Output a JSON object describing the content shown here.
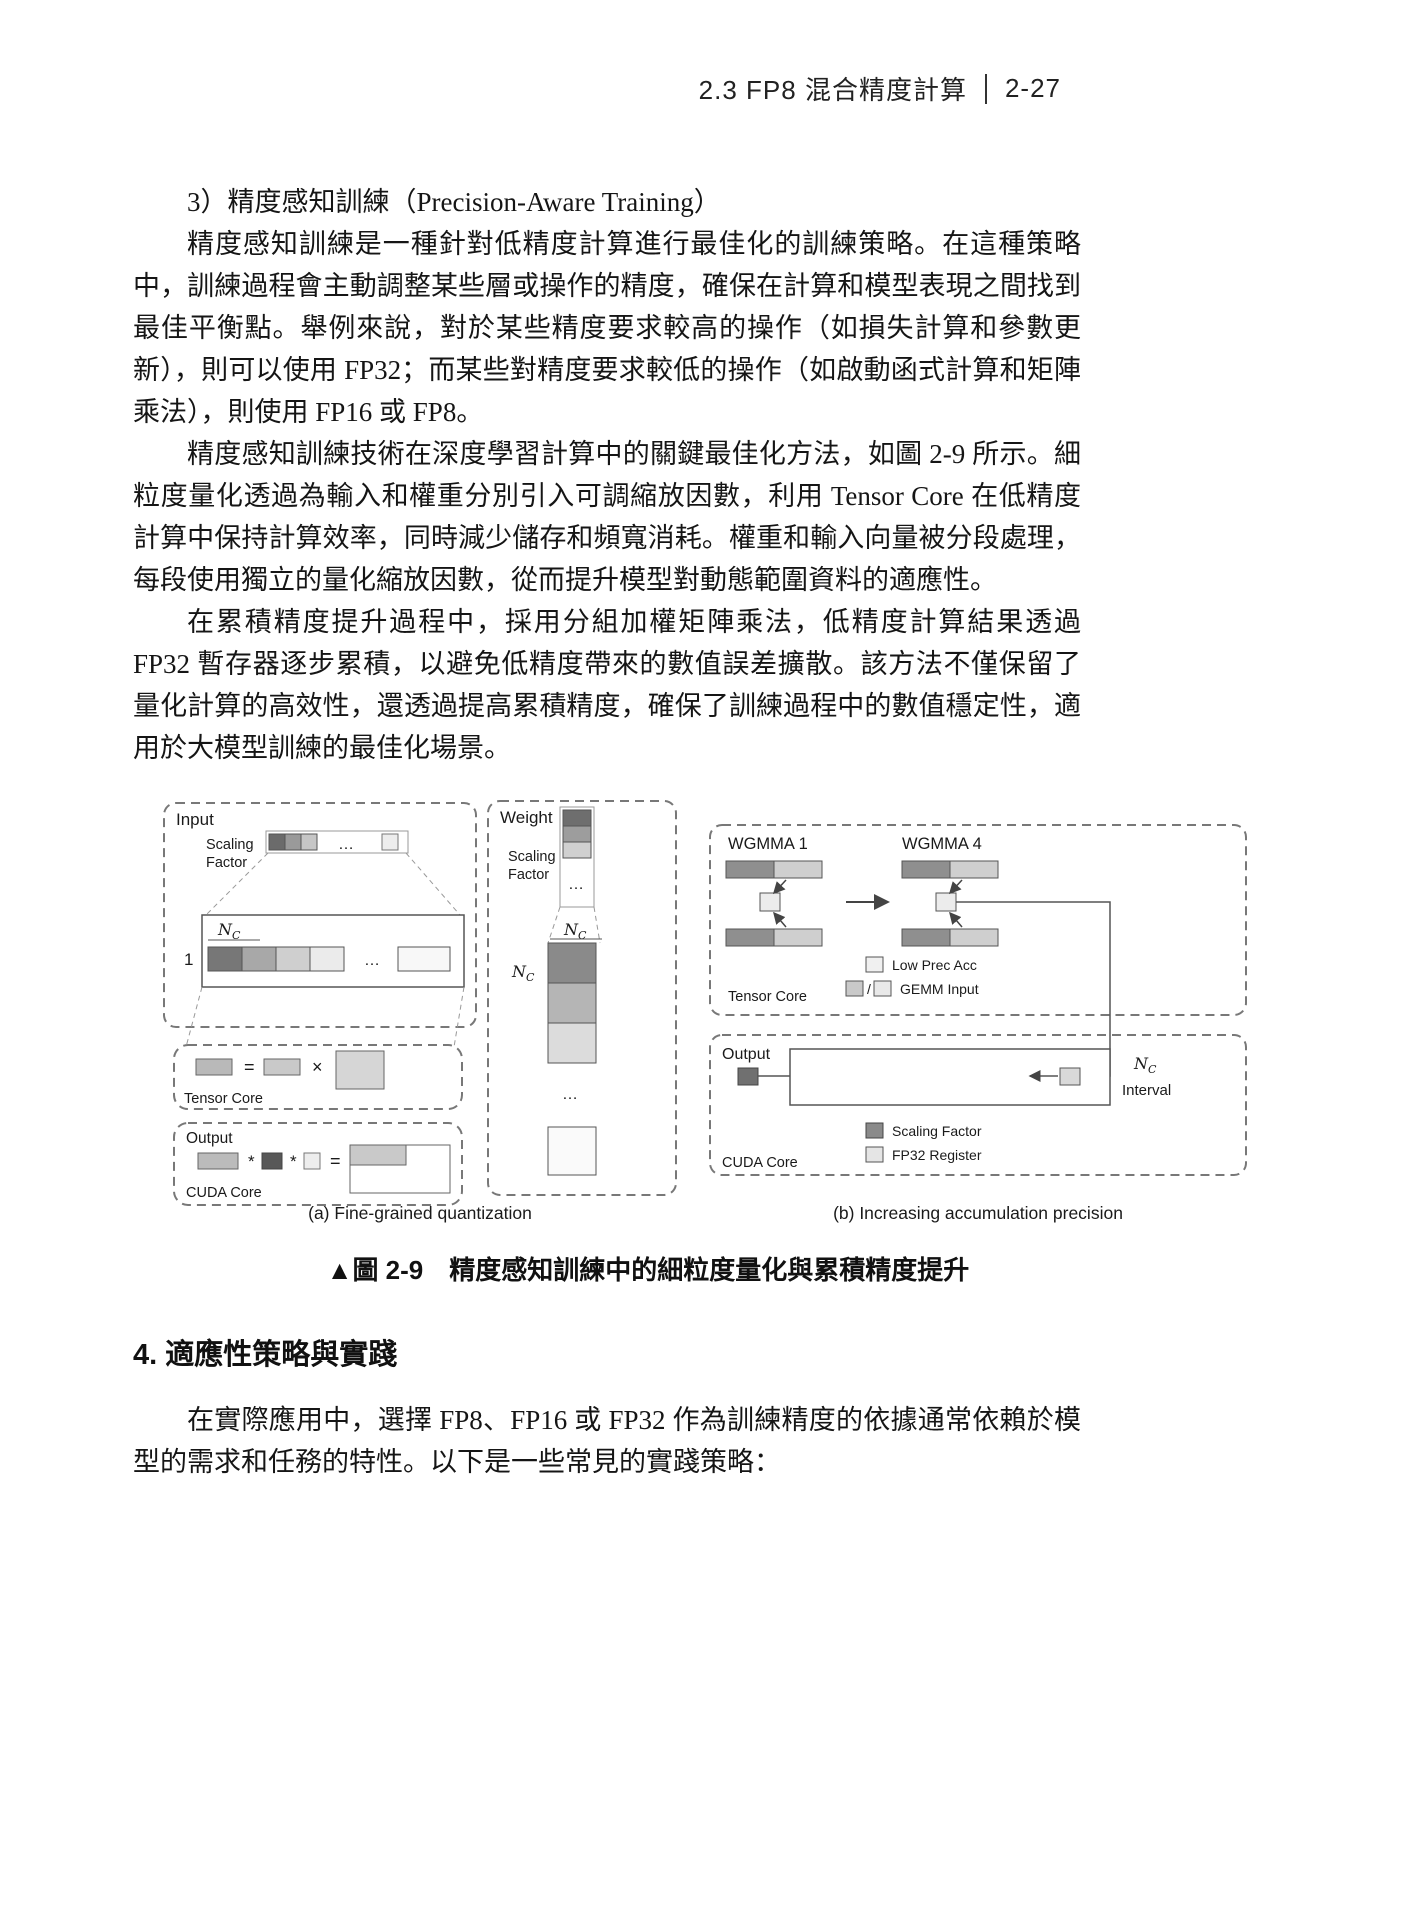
{
  "page": {
    "header_title": "2.3  FP8 混合精度計算",
    "page_number": "2-27"
  },
  "section_precision_training": {
    "heading": "3）精度感知訓練（Precision-Aware Training）",
    "paragraphs": [
      "精度感知訓練是一種針對低精度計算進行最佳化的訓練策略。在這種策略中，訓練過程會主動調整某些層或操作的精度，確保在計算和模型表現之間找到最佳平衡點。舉例來說，對於某些精度要求較高的操作（如損失計算和參數更新），則可以使用 FP32；而某些對精度要求較低的操作（如啟動函式計算和矩陣乘法），則使用 FP16 或 FP8。",
      "精度感知訓練技術在深度學習計算中的關鍵最佳化方法，如圖 2-9 所示。細粒度量化透過為輸入和權重分別引入可調縮放因數，利用 Tensor Core 在低精度計算中保持計算效率，同時減少儲存和頻寬消耗。權重和輸入向量被分段處理，每段使用獨立的量化縮放因數，從而提升模型對動態範圍資料的適應性。",
      "在累積精度提升過程中，採用分組加權矩陣乘法，低精度計算結果透過 FP32 暫存器逐步累積，以避免低精度帶來的數值誤差擴散。該方法不僅保留了量化計算的高效性，還透過提高累積精度，確保了訓練過程中的數值穩定性，適用於大模型訓練的最佳化場景。"
    ]
  },
  "figure": {
    "caption": "▲圖 2-9　精度感知訓練中的細粒度量化與累積精度提升",
    "caption_a": "(a) Fine-grained quantization",
    "caption_b": "(b) Increasing accumulation precision",
    "labels": {
      "input": "Input",
      "weight": "Weight",
      "output": "Output",
      "scaling": "Scaling",
      "factor": "Factor",
      "tensor_core": "Tensor Core",
      "cuda_core": "CUDA Core",
      "wgmma1": "WGMMA 1",
      "wgmma4": "WGMMA 4",
      "low_prec_acc": "Low Prec Acc",
      "gemm_input": "GEMM Input",
      "scaling_factor": "Scaling Factor",
      "fp32_register": "FP32 Register",
      "interval": "Interval",
      "n": "N",
      "c": "C",
      "one": "1",
      "dots": "…",
      "eq": "=",
      "times": "×",
      "star": "*",
      "slash": "/"
    }
  },
  "section_adaptive": {
    "heading": "4. 適應性策略與實踐",
    "paragraphs": [
      "在實際應用中，選擇 FP8、FP16 或 FP32 作為訓練精度的依據通常依賴於模型的需求和任務的特性。以下是一些常見的實踐策略："
    ]
  }
}
